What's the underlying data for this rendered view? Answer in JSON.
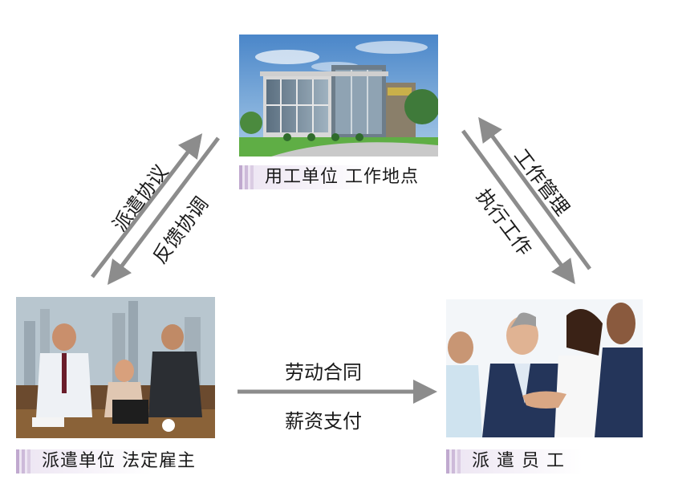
{
  "nodes": {
    "employer": {
      "caption": "用工单位  工作地点"
    },
    "agency": {
      "caption": "派遣单位  法定雇主"
    },
    "employee": {
      "caption": "派 遣 员 工"
    }
  },
  "edges": {
    "agency_to_employer": "派遣协议",
    "employer_to_agency": "反馈协调",
    "employer_to_employee": "工作管理",
    "employee_to_employer": "执行工作",
    "agency_employee_top": "劳动合同",
    "agency_employee_bottom": "薪资支付"
  },
  "colors": {
    "arrow": "#8c8c8c",
    "caption_bar": "#b9a3c9",
    "caption_bg": "#ece4f2"
  }
}
